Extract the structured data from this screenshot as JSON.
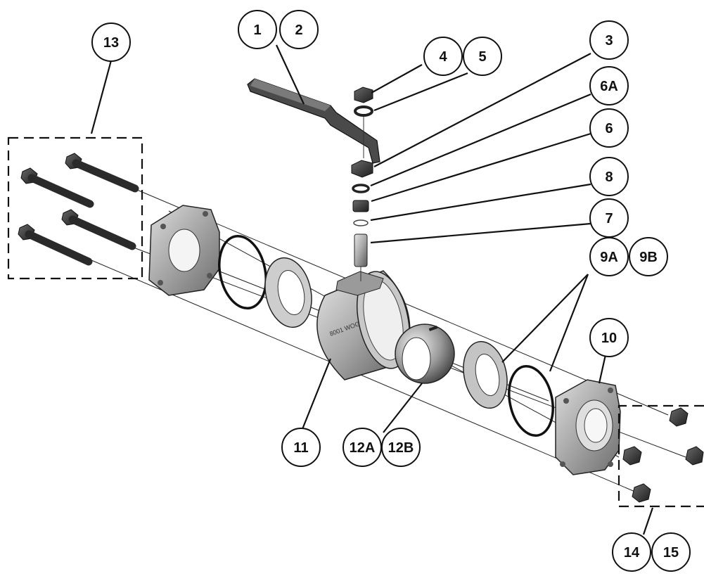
{
  "diagram": {
    "colors": {
      "line": "#111111",
      "metal_dark": "#3a3a3a",
      "metal_mid": "#8c8c8c",
      "metal_light": "#cfcfcf",
      "background": "#ffffff"
    },
    "callouts": [
      {
        "id": "c1",
        "label": "1"
      },
      {
        "id": "c2",
        "label": "2"
      },
      {
        "id": "c3",
        "label": "3"
      },
      {
        "id": "c4",
        "label": "4"
      },
      {
        "id": "c5",
        "label": "5"
      },
      {
        "id": "c6A",
        "label": "6A"
      },
      {
        "id": "c6",
        "label": "6"
      },
      {
        "id": "c8",
        "label": "8"
      },
      {
        "id": "c7",
        "label": "7"
      },
      {
        "id": "c9A",
        "label": "9A"
      },
      {
        "id": "c9B",
        "label": "9B"
      },
      {
        "id": "c10",
        "label": "10"
      },
      {
        "id": "c11",
        "label": "11"
      },
      {
        "id": "c12A",
        "label": "12A"
      },
      {
        "id": "c12B",
        "label": "12B"
      },
      {
        "id": "c13",
        "label": "13"
      },
      {
        "id": "c14",
        "label": "14"
      },
      {
        "id": "c15",
        "label": "15"
      }
    ]
  }
}
